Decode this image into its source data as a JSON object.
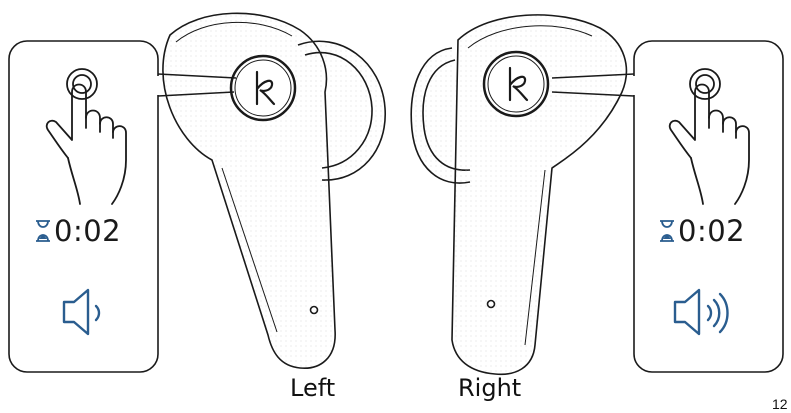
{
  "left": {
    "timer": "0:02",
    "label": "Left",
    "volume": "volume-down-icon"
  },
  "right": {
    "timer": "0:02",
    "label": "Right",
    "volume": "volume-up-icon"
  },
  "page_number": "12",
  "colors": {
    "accent": "#2a5d8f",
    "stroke": "#1a1a1a"
  }
}
